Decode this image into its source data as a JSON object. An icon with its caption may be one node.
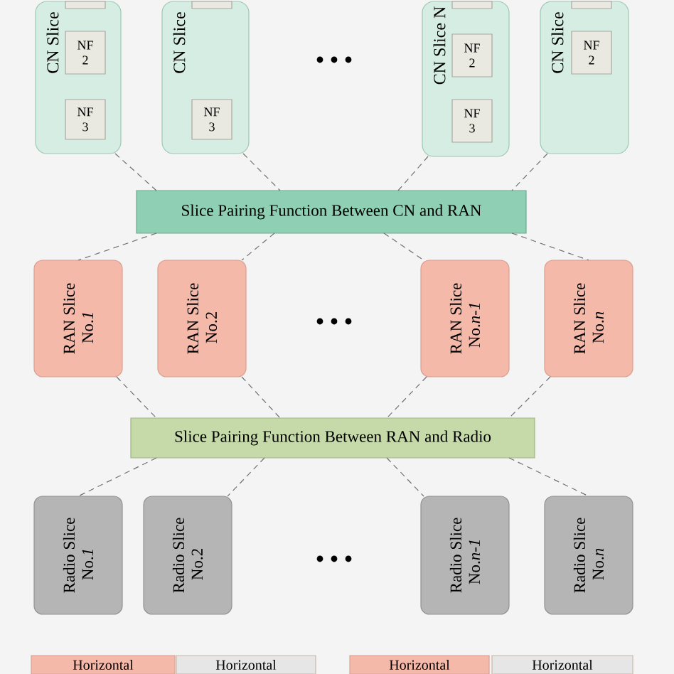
{
  "diagram": {
    "nodes": [
      {
        "text": [
          "CN Slice"
        ]
      },
      {
        "text": [],
        "shape": "box",
        "in": 0
      },
      {
        "text": [
          "NF 2"
        ],
        "in": 0
      },
      {
        "text": [
          "NF 3"
        ],
        "in": 0
      },
      {
        "text": [
          "CN Slice"
        ]
      },
      {
        "text": [],
        "shape": "box",
        "in": 4
      },
      {
        "text": [
          "NF 3"
        ],
        "in": 4
      },
      {
        "text": [
          "CN Slice N"
        ]
      },
      {
        "text": [],
        "shape": "box",
        "in": 7
      },
      {
        "text": [
          "NF 2"
        ],
        "in": 7
      },
      {
        "text": [
          "NF 3"
        ],
        "in": 7
      },
      {
        "text": [
          "CN Slice"
        ]
      },
      {
        "text": [],
        "shape": "box",
        "in": 11
      },
      {
        "text": [
          "NF 2"
        ],
        "in": 11
      },
      {
        "text": [
          "Slice Pairing Function Between CN and RAN"
        ]
      },
      {
        "text": [
          "RAN Slice No.*1*"
        ]
      },
      {
        "text": [
          "RAN Slice No.2"
        ]
      },
      {
        "text": [
          "RAN Slice No.*n-1*"
        ]
      },
      {
        "text": [
          "RAN Slice No.*n*"
        ]
      },
      {
        "text": [
          "Slice Pairing Function Between RAN and Radio"
        ]
      },
      {
        "text": [
          "Radio Slice No.*1*"
        ]
      },
      {
        "text": [
          "Radio Slice No.2"
        ]
      },
      {
        "text": [
          "Radio Slice No.*n-1*"
        ]
      },
      {
        "text": [
          "Radio Slice No.*n*"
        ]
      },
      {
        "text": [
          "Horizontal"
        ]
      },
      {
        "text": [
          "Horizontal"
        ]
      },
      {
        "text": [
          "Horizontal"
        ]
      },
      {
        "text": [
          "Horizontal"
        ]
      }
    ],
    "edges": [
      {
        "from": 0,
        "to": 14,
        "arrow": "none"
      },
      {
        "from": 4,
        "to": 14,
        "arrow": "none"
      },
      {
        "from": 7,
        "to": 14,
        "arrow": "none"
      },
      {
        "from": 11,
        "to": 14,
        "arrow": "none"
      },
      {
        "from": 14,
        "to": 15,
        "arrow": "none"
      },
      {
        "from": 14,
        "to": 16,
        "arrow": "none"
      },
      {
        "from": 14,
        "to": 17,
        "arrow": "none"
      },
      {
        "from": 14,
        "to": 18,
        "arrow": "none"
      },
      {
        "from": 15,
        "to": 19,
        "arrow": "none"
      },
      {
        "from": 16,
        "to": 19,
        "arrow": "none"
      },
      {
        "from": 17,
        "to": 19,
        "arrow": "none"
      },
      {
        "from": 18,
        "to": 19,
        "arrow": "none"
      },
      {
        "from": 19,
        "to": 20,
        "arrow": "none"
      },
      {
        "from": 19,
        "to": 21,
        "arrow": "none"
      },
      {
        "from": 19,
        "to": 22,
        "arrow": "none"
      },
      {
        "from": 19,
        "to": 23,
        "arrow": "none"
      }
    ]
  }
}
